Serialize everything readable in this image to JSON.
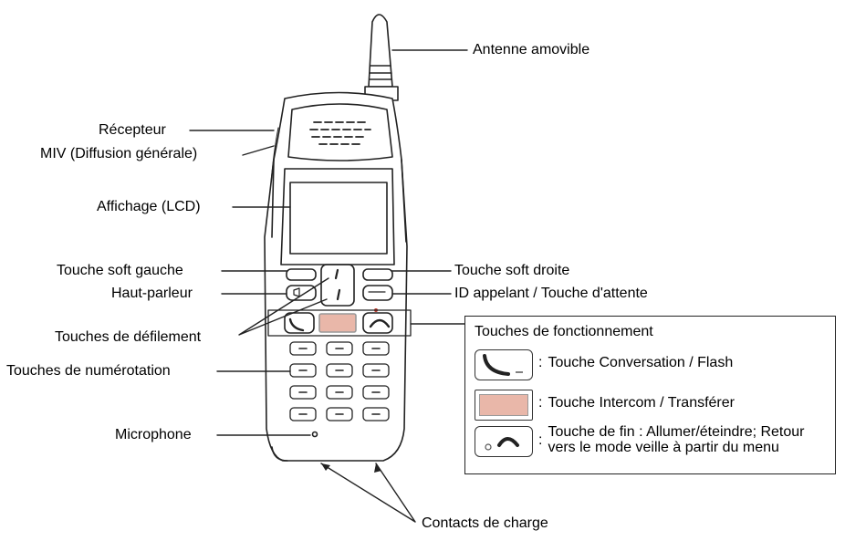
{
  "labels": {
    "antenna": "Antenne amovible",
    "receiver": "Récepteur",
    "miv": "MIV (Diffusion générale)",
    "display": "Affichage (LCD)",
    "soft_left": "Touche soft gauche",
    "soft_right": "Touche soft droite",
    "speaker": "Haut-parleur",
    "caller_id": "ID appelant / Touche d'attente",
    "scroll": "Touches de défilement",
    "dial": "Touches de numérotation",
    "microphone": "Microphone",
    "charge": "Contacts de charge"
  },
  "legend": {
    "title": "Touches de fonctionnement",
    "talk": "Touche Conversation / Flash",
    "intercom": "Touche Intercom / Transférer",
    "end": "Touche de fin : Allumer/éteindre; Retour vers le mode veille à partir du menu"
  },
  "colors": {
    "line": "#222222",
    "intercom_fill": "#e9b7a9",
    "intercom_text": "#8a1e0d"
  },
  "icons": {
    "talk": "phone-handset-icon",
    "intercom": "intercom-key-icon",
    "end": "end-call-icon"
  }
}
